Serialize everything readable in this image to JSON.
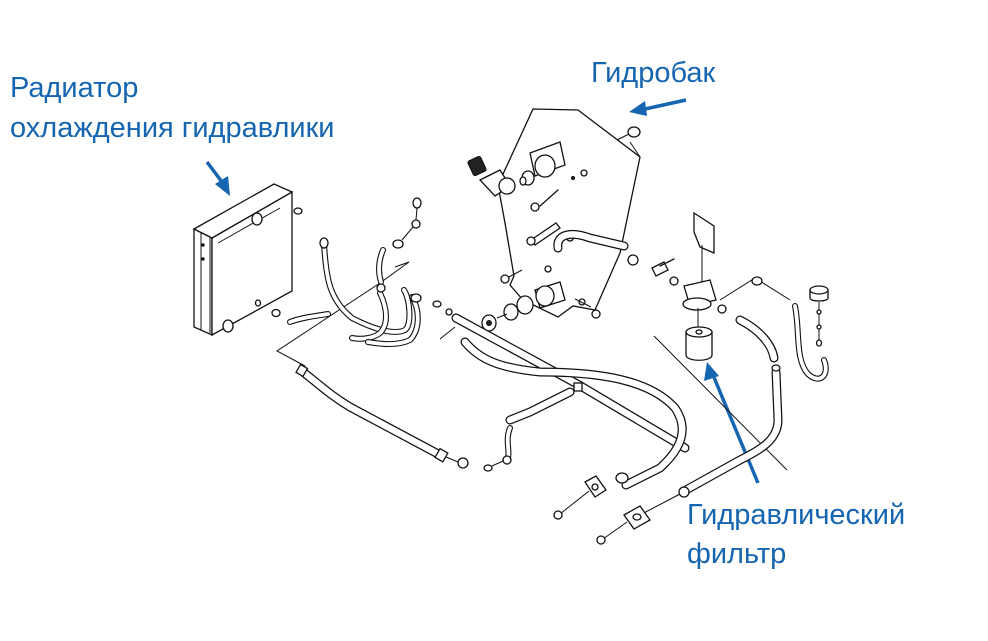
{
  "diagram": {
    "type": "exploded-parts-view",
    "subject": "hydraulic system components",
    "label_color": "#1565b0",
    "callouts": [
      {
        "id": "radiator",
        "lines": [
          "Радиатор",
          "охлаждения гидравлики"
        ],
        "target": "radiator"
      },
      {
        "id": "tank",
        "lines": [
          "Гидробак"
        ],
        "target": "hydraulic-tank"
      },
      {
        "id": "filter",
        "lines": [
          "Гидравлический",
          "фильтр"
        ],
        "target": "hydraulic-filter"
      }
    ]
  }
}
